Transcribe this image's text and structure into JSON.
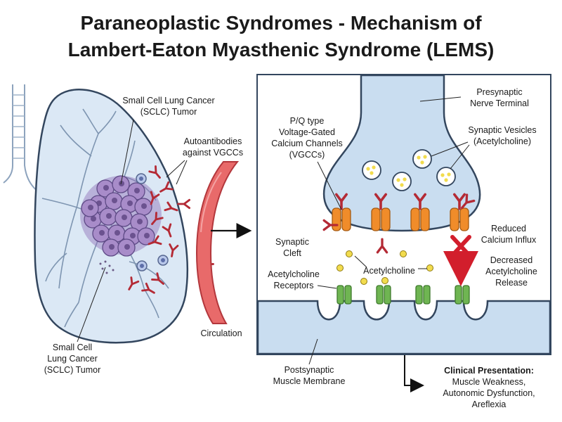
{
  "title": {
    "line1": "Paraneoplastic Syndromes - Mechanism of",
    "line2": "Lambert-Eaton Myasthenic Syndrome (LEMS)"
  },
  "left_panel": {
    "tumor_label_top": [
      "Small Cell Lung Cancer",
      "(SCLC) Tumor"
    ],
    "autoantibodies_label": [
      "Autoantibodies",
      "against VGCCs"
    ],
    "tumor_label_bottom": [
      "Small Cell",
      "Lung Cancer",
      "(SCLC) Tumor"
    ],
    "circulation_label": "Circulation"
  },
  "right_panel": {
    "presynaptic_label": [
      "Presynaptic",
      "Nerve Terminal"
    ],
    "vgcc_label": [
      "P/Q type",
      "Voltage-Gated",
      "Calcium Channels",
      "(VGCCs)"
    ],
    "vesicles_label": [
      "Synaptic Vesicles",
      "(Acetylcholine)"
    ],
    "cleft_label": [
      "Synaptic",
      "Cleft"
    ],
    "reduced_label": [
      "Reduced",
      "Calcium Influx"
    ],
    "acetylcholine_label": "Acetylcholine",
    "decreased_label": [
      "Decreased",
      "Acetylcholine",
      "Release"
    ],
    "receptors_label": [
      "Acetylcholine",
      "Receptors"
    ],
    "postsynaptic_label": [
      "Postsynaptic",
      "Muscle Membrane"
    ]
  },
  "clinical": {
    "heading": "Clinical Presentation:",
    "lines": [
      "Muscle Weakness,",
      "Autonomic Dysfunction,",
      "Areflexia"
    ]
  },
  "colors": {
    "nerve_fill": "#c9ddf0",
    "outline": "#33465e",
    "tumor": "#a88cc9",
    "antibody": "#b42a35",
    "channel": "#f08c2a",
    "receptor": "#6fb552",
    "vessel": "#e86a6a",
    "ach": "#f2dc4e",
    "block": "#d21e2c"
  }
}
